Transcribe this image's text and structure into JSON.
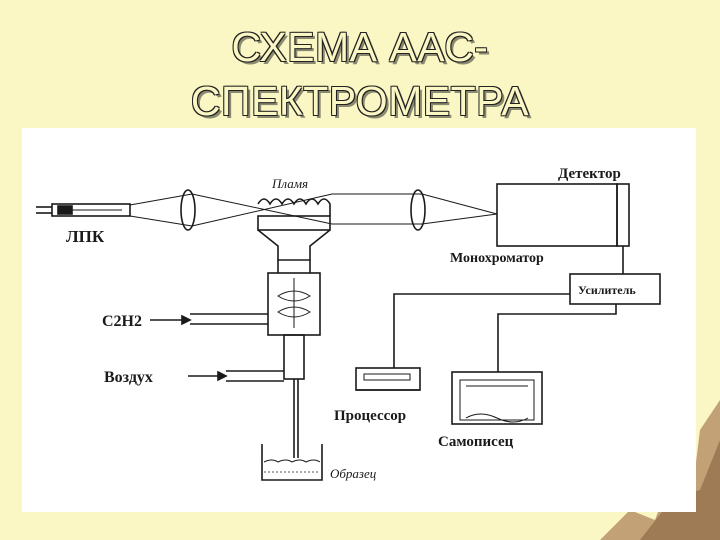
{
  "title": {
    "line1": "СХЕМА ААС-",
    "line2": "СПЕКТРОМЕТРА"
  },
  "labels": {
    "detector": "Детектор",
    "lamp": "ЛПК",
    "flame": "Пламя",
    "monochromator": "Монохроматор",
    "amplifier": "Усилитель",
    "acetylene": "C2H2",
    "air": "Воздух",
    "processor": "Процессор",
    "recorder": "Самописец",
    "sample": "Образец"
  },
  "colors": {
    "background": "#fbf7c4",
    "panel": "#ffffff",
    "ink": "#1a1a1a",
    "decor": "#b8926a"
  }
}
